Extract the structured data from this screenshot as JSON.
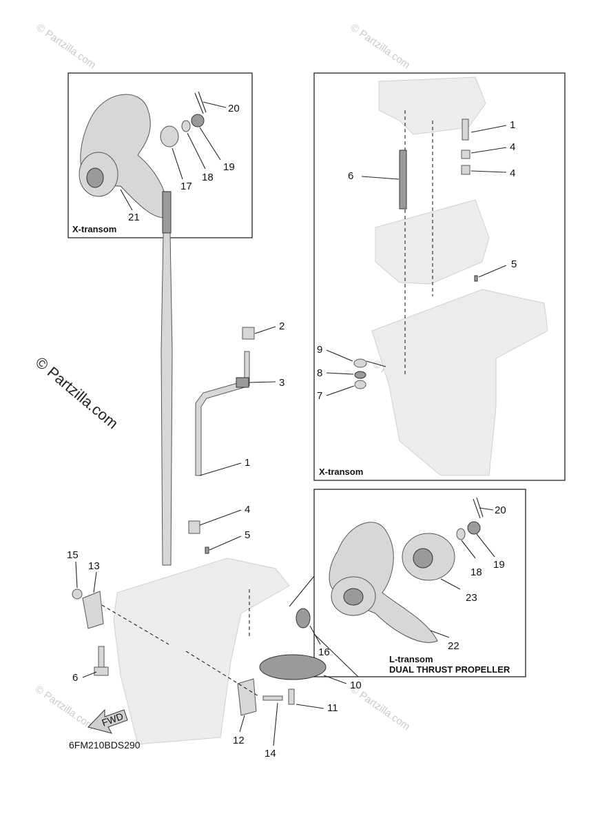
{
  "watermark": {
    "main": "© Partzilla.com",
    "small": "© Partzilla.com"
  },
  "diagram_code": "6FM210BDS290",
  "fwd_label": "FWD",
  "insets": {
    "top_left": {
      "caption": "X-transom"
    },
    "top_right": {
      "caption": "X-transom"
    },
    "bottom_right": {
      "caption_line1": "L-transom",
      "caption_line2": "DUAL THRUST PROPELLER"
    }
  },
  "callouts": {
    "tl_20": "20",
    "tl_17": "17",
    "tl_18": "18",
    "tl_19": "19",
    "tl_21": "21",
    "tr_1": "1",
    "tr_4a": "4",
    "tr_4b": "4",
    "tr_6": "6",
    "tr_5": "5",
    "tr_9": "9",
    "tr_8": "8",
    "tr_7": "7",
    "m_2": "2",
    "m_3": "3",
    "m_1": "1",
    "m_4": "4",
    "m_5": "5",
    "m_15": "15",
    "m_13": "13",
    "m_6": "6",
    "m_16": "16",
    "m_10": "10",
    "m_11": "11",
    "m_12": "12",
    "m_14": "14",
    "br_20": "20",
    "br_19": "19",
    "br_18": "18",
    "br_23": "23",
    "br_22": "22"
  }
}
